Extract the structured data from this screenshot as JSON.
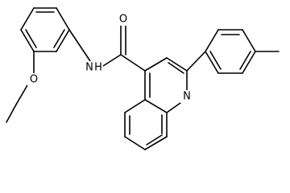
{
  "molecule": {
    "atom_labels": {
      "oxygen_carbonyl": "O",
      "nitrogen_amide": "N",
      "hydrogen_amide": "H",
      "oxygen_ether": "O",
      "nitrogen_ring": "N"
    },
    "colors": {
      "bond": "#000000",
      "background": "#ffffff"
    }
  }
}
